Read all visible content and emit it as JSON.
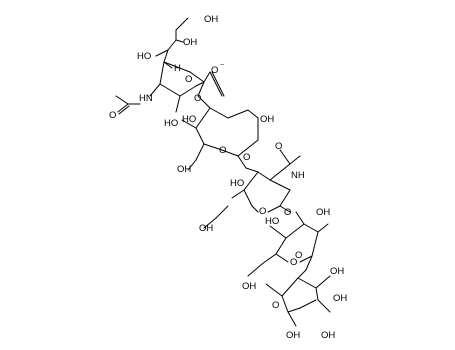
{
  "diagram": {
    "kind": "skeletal-structure",
    "line_color": "#000000",
    "background": "#ffffff",
    "labels": {
      "oh_1": "OH",
      "oh_2": "OH",
      "ho_1": "HO",
      "h_1": "H",
      "o_ring_1": "O",
      "carboxylate_o": "O",
      "carboxylate_charge": "−",
      "o_carbonyl_1": "O",
      "hn_1": "HN",
      "ho_2": "HO",
      "ho_3": "HO",
      "o_glyco_1": "O",
      "oh_3": "OH",
      "o_ring_2": "O",
      "o_glyco_2": "O",
      "oh_4": "OH",
      "o_carbonyl_2": "O",
      "nh_1": "NH",
      "ho_4": "HO",
      "o_ring_3": "O",
      "o_glyco_3": "O",
      "oh_5": "OH",
      "ho_5": "HO",
      "oh_6": "OH",
      "o_ring_4": "O",
      "o_glyco_4": "O",
      "oh_7": "OH",
      "oh_8": "OH",
      "oh_9": "OH",
      "o_ring_5": "O",
      "oh_10": "OH",
      "oh_11": "OH"
    }
  }
}
